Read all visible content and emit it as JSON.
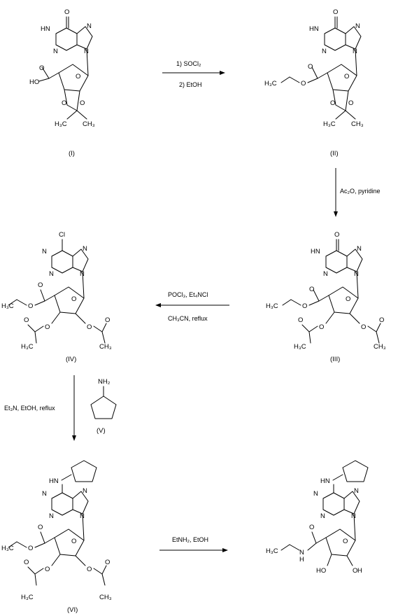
{
  "compounds": [
    "(I)",
    "(II)",
    "(III)",
    "(IV)",
    "(V)",
    "(VI)",
    ""
  ],
  "atoms": {
    "O": "O",
    "N": "N",
    "HN": "HN",
    "HO": "HO",
    "H3C": "H₃C",
    "CH3": "CH₃",
    "Cl": "Cl",
    "NH2": "NH₂",
    "H": "H"
  },
  "reagents": {
    "r1_line1": "1) SOCl₂",
    "r1_line2": "2) EtOH",
    "r2": "Ac₂O, pyridine",
    "r3_line1": "POCl₃, Et₄NCl",
    "r3_line2": "CH₃CN, reflux",
    "r4": "Et₃N, EtOH, reflux",
    "r5": "EtNH₂, EtOH"
  }
}
